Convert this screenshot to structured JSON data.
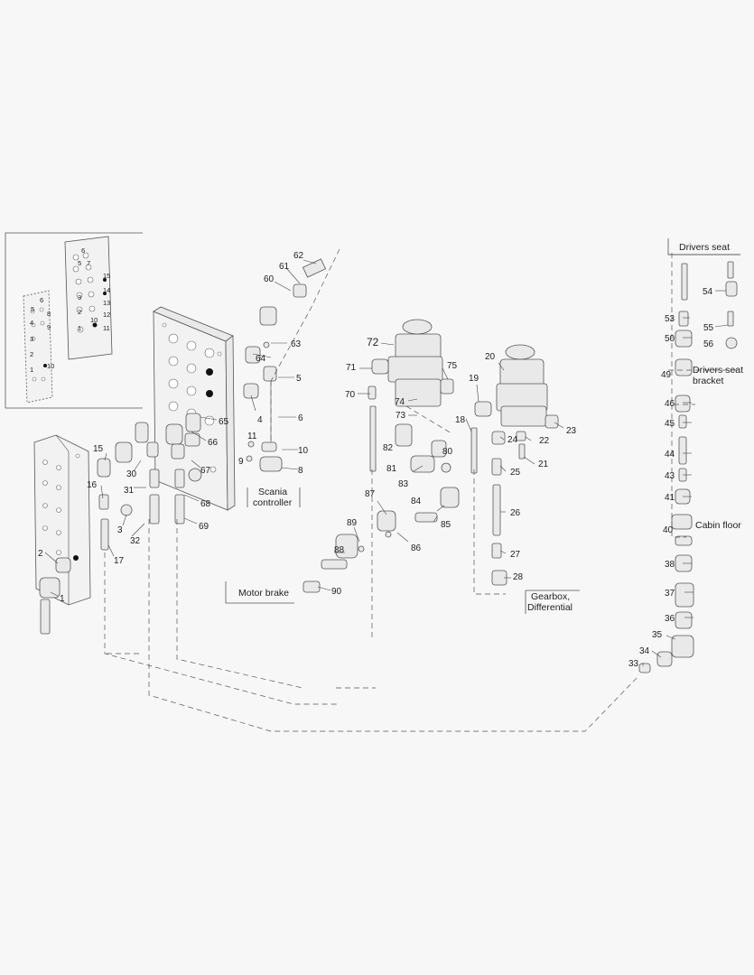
{
  "captions": {
    "drivers_seat": "Drivers seat",
    "drivers_seat_bracket_1": "Drivers seat",
    "drivers_seat_bracket_2": "bracket",
    "cabin_floor": "Cabin floor",
    "scania_1": "Scania",
    "scania_2": "controller",
    "motor_brake": "Motor brake",
    "gearbox_1": "Gearbox,",
    "gearbox_2": "Differential"
  },
  "labels": [
    {
      "id": "62",
      "text": "62"
    },
    {
      "id": "61",
      "text": "61"
    },
    {
      "id": "60",
      "text": "60"
    },
    {
      "id": "63",
      "text": "63"
    },
    {
      "id": "64",
      "text": "64"
    },
    {
      "id": "5",
      "text": "5"
    },
    {
      "id": "4",
      "text": "4"
    },
    {
      "id": "6",
      "text": "6"
    },
    {
      "id": "65",
      "text": "65"
    },
    {
      "id": "66",
      "text": "66"
    },
    {
      "id": "67",
      "text": "67"
    },
    {
      "id": "11",
      "text": "11"
    },
    {
      "id": "9",
      "text": "9"
    },
    {
      "id": "10",
      "text": "10"
    },
    {
      "id": "8",
      "text": "8"
    },
    {
      "id": "15",
      "text": "15"
    },
    {
      "id": "16",
      "text": "16"
    },
    {
      "id": "30",
      "text": "30"
    },
    {
      "id": "31",
      "text": "31"
    },
    {
      "id": "3",
      "text": "3"
    },
    {
      "id": "32",
      "text": "32"
    },
    {
      "id": "68",
      "text": "68"
    },
    {
      "id": "69",
      "text": "69"
    },
    {
      "id": "17",
      "text": "17"
    },
    {
      "id": "2",
      "text": "2"
    },
    {
      "id": "1",
      "text": "1"
    },
    {
      "id": "72",
      "text": "72"
    },
    {
      "id": "71",
      "text": "71"
    },
    {
      "id": "75",
      "text": "75"
    },
    {
      "id": "70",
      "text": "70"
    },
    {
      "id": "74",
      "text": "74"
    },
    {
      "id": "73",
      "text": "73"
    },
    {
      "id": "82",
      "text": "82"
    },
    {
      "id": "80",
      "text": "80"
    },
    {
      "id": "81",
      "text": "81"
    },
    {
      "id": "83",
      "text": "83"
    },
    {
      "id": "84",
      "text": "84"
    },
    {
      "id": "87",
      "text": "87"
    },
    {
      "id": "85",
      "text": "85"
    },
    {
      "id": "89",
      "text": "89"
    },
    {
      "id": "86",
      "text": "86"
    },
    {
      "id": "88",
      "text": "88"
    },
    {
      "id": "90",
      "text": "90"
    },
    {
      "id": "20",
      "text": "20"
    },
    {
      "id": "19",
      "text": "19"
    },
    {
      "id": "18",
      "text": "18"
    },
    {
      "id": "24",
      "text": "24"
    },
    {
      "id": "22",
      "text": "22"
    },
    {
      "id": "23",
      "text": "23"
    },
    {
      "id": "21",
      "text": "21"
    },
    {
      "id": "25",
      "text": "25"
    },
    {
      "id": "26",
      "text": "26"
    },
    {
      "id": "27",
      "text": "27"
    },
    {
      "id": "28",
      "text": "28"
    },
    {
      "id": "54",
      "text": "54"
    },
    {
      "id": "53",
      "text": "53"
    },
    {
      "id": "55",
      "text": "55"
    },
    {
      "id": "50",
      "text": "50"
    },
    {
      "id": "56",
      "text": "56"
    },
    {
      "id": "49",
      "text": "49"
    },
    {
      "id": "46",
      "text": "46"
    },
    {
      "id": "45",
      "text": "45"
    },
    {
      "id": "44",
      "text": "44"
    },
    {
      "id": "43",
      "text": "43"
    },
    {
      "id": "41",
      "text": "41"
    },
    {
      "id": "40",
      "text": "40"
    },
    {
      "id": "38",
      "text": "38"
    },
    {
      "id": "37",
      "text": "37"
    },
    {
      "id": "36",
      "text": "36"
    },
    {
      "id": "35",
      "text": "35"
    },
    {
      "id": "34",
      "text": "34"
    },
    {
      "id": "33",
      "text": "33"
    }
  ],
  "inset_labels": [
    {
      "id": "i6",
      "text": "6"
    },
    {
      "id": "i5",
      "text": "5"
    },
    {
      "id": "i7",
      "text": "7"
    },
    {
      "id": "i15",
      "text": "15"
    },
    {
      "id": "i14",
      "text": "14"
    },
    {
      "id": "i13",
      "text": "13"
    },
    {
      "id": "i12",
      "text": "12"
    },
    {
      "id": "i3",
      "text": "3"
    },
    {
      "id": "i2",
      "text": "2"
    },
    {
      "id": "i10",
      "text": "10"
    },
    {
      "id": "i11",
      "text": "11"
    },
    {
      "id": "i1",
      "text": "1"
    },
    {
      "id": "i9",
      "text": "9"
    },
    {
      "id": "i8",
      "text": "8"
    },
    {
      "id": "j6",
      "text": "6"
    },
    {
      "id": "j5",
      "text": "5"
    },
    {
      "id": "j4",
      "text": "4"
    },
    {
      "id": "j3",
      "text": "3"
    },
    {
      "id": "j2",
      "text": "2"
    },
    {
      "id": "j1",
      "text": "1"
    },
    {
      "id": "j10",
      "text": "10"
    }
  ]
}
